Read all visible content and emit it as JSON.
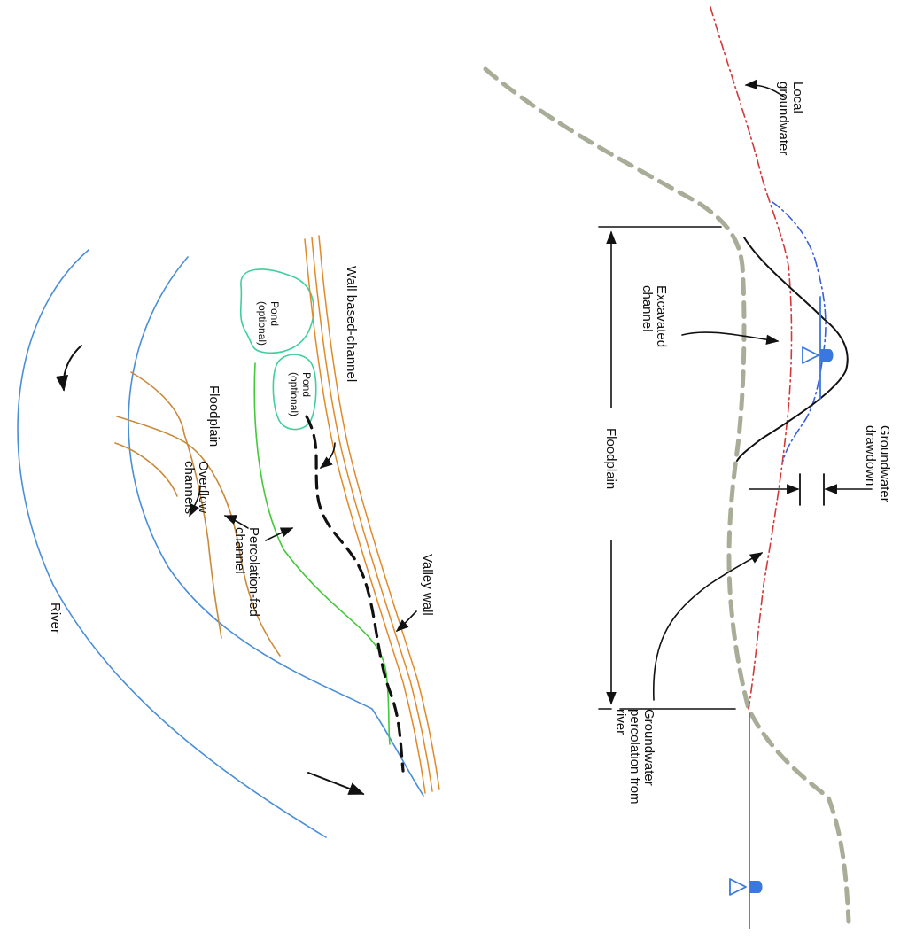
{
  "colors": {
    "river": "#4a8fd8",
    "overflow": "#c98a3a",
    "percolation": "#45c83a",
    "pond": "#3fcf9a",
    "valley_wall": "#e08a2a",
    "wall_channel": "#111111",
    "ground_surface": "#a8ad98",
    "local_groundwater": "#d23a3a",
    "groundwater_drawdown": "#3a5fd8",
    "water_level": "#3a78e0",
    "ink": "#111111"
  },
  "plan_view": {
    "river_label": "River",
    "floodplain_label": "Floodplain",
    "overflow_label": [
      "Overflow",
      "channels"
    ],
    "percolation_label": [
      "Percolation-fed",
      "channel"
    ],
    "pond_label_1": [
      "Pond",
      "(optional)"
    ],
    "pond_label_2": [
      "Pond",
      "(optional)"
    ],
    "wall_channel_label": "Wall based-channel",
    "valley_wall_label": "Valley wall"
  },
  "section_view": {
    "local_gw_label": [
      "Local",
      "groundwater"
    ],
    "excavated_label": [
      "Excavated",
      "channel"
    ],
    "floodplain_label": "Floodplain",
    "drawdown_label": [
      "Groundwater",
      "drawdown"
    ],
    "percolation_label": [
      "Groundwater",
      "percolation from",
      "river"
    ]
  }
}
